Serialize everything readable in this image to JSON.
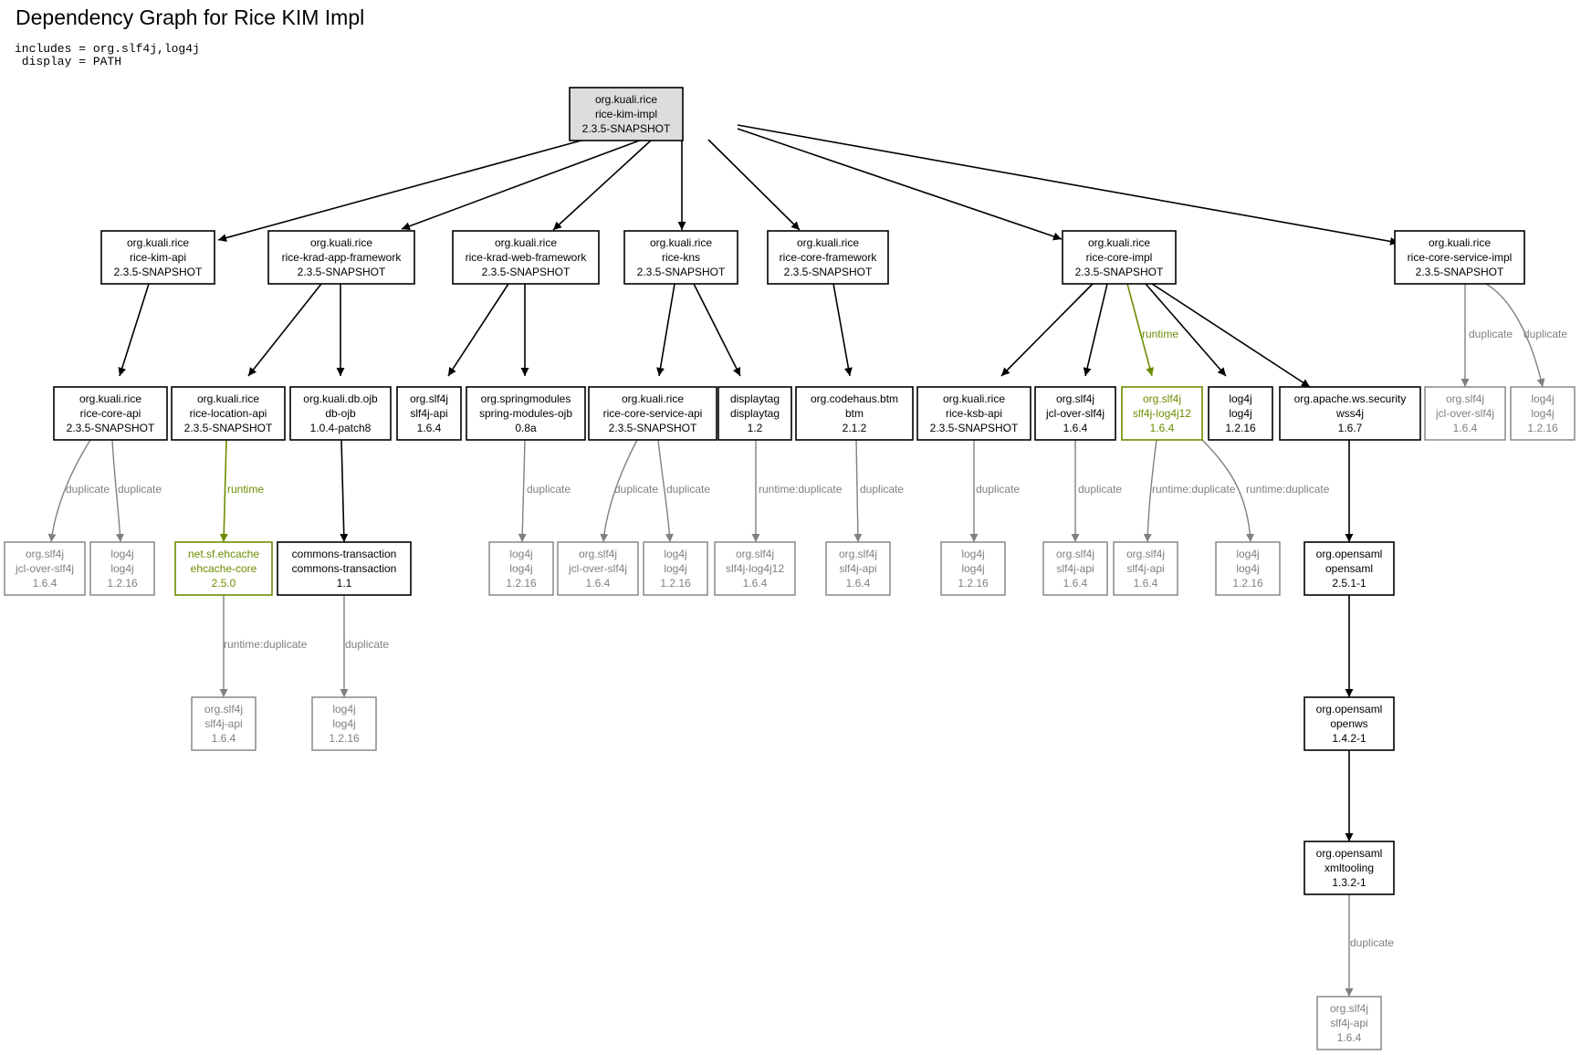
{
  "title": "Dependency Graph for Rice KIM Impl",
  "params": [
    "includes = org.slf4j,log4j",
    " display = PATH"
  ],
  "colors": {
    "normal": "#000000",
    "duplicate": "#808080",
    "runtime": "#6b8e00"
  },
  "nodes": [
    {
      "id": "kimimpl",
      "lines": [
        "org.kuali.rice",
        "rice-kim-impl",
        "2.3.5-SNAPSHOT"
      ],
      "style": "root"
    },
    {
      "id": "kimapi",
      "lines": [
        "org.kuali.rice",
        "rice-kim-api",
        "2.3.5-SNAPSHOT"
      ],
      "style": "normal"
    },
    {
      "id": "kradapp",
      "lines": [
        "org.kuali.rice",
        "rice-krad-app-framework",
        "2.3.5-SNAPSHOT"
      ],
      "style": "normal"
    },
    {
      "id": "kradweb",
      "lines": [
        "org.kuali.rice",
        "rice-krad-web-framework",
        "2.3.5-SNAPSHOT"
      ],
      "style": "normal"
    },
    {
      "id": "kns",
      "lines": [
        "org.kuali.rice",
        "rice-kns",
        "2.3.5-SNAPSHOT"
      ],
      "style": "normal"
    },
    {
      "id": "corefw",
      "lines": [
        "org.kuali.rice",
        "rice-core-framework",
        "2.3.5-SNAPSHOT"
      ],
      "style": "normal"
    },
    {
      "id": "coreimpl",
      "lines": [
        "org.kuali.rice",
        "rice-core-impl",
        "2.3.5-SNAPSHOT"
      ],
      "style": "normal"
    },
    {
      "id": "coresvcimpl",
      "lines": [
        "org.kuali.rice",
        "rice-core-service-impl",
        "2.3.5-SNAPSHOT"
      ],
      "style": "normal"
    },
    {
      "id": "coreapi",
      "lines": [
        "org.kuali.rice",
        "rice-core-api",
        "2.3.5-SNAPSHOT"
      ],
      "style": "normal"
    },
    {
      "id": "locapi",
      "lines": [
        "org.kuali.rice",
        "rice-location-api",
        "2.3.5-SNAPSHOT"
      ],
      "style": "normal"
    },
    {
      "id": "dbojb",
      "lines": [
        "org.kuali.db.ojb",
        "db-ojb",
        "1.0.4-patch8"
      ],
      "style": "normal"
    },
    {
      "id": "slf4japi",
      "lines": [
        "org.slf4j",
        "slf4j-api",
        "1.6.4"
      ],
      "style": "normal"
    },
    {
      "id": "springojb",
      "lines": [
        "org.springmodules",
        "spring-modules-ojb",
        "0.8a"
      ],
      "style": "normal"
    },
    {
      "id": "svcapi",
      "lines": [
        "org.kuali.rice",
        "rice-core-service-api",
        "2.3.5-SNAPSHOT"
      ],
      "style": "normal"
    },
    {
      "id": "displaytag",
      "lines": [
        "displaytag",
        "displaytag",
        "1.2"
      ],
      "style": "normal"
    },
    {
      "id": "btm",
      "lines": [
        "org.codehaus.btm",
        "btm",
        "2.1.2"
      ],
      "style": "normal"
    },
    {
      "id": "ksbapi",
      "lines": [
        "org.kuali.rice",
        "rice-ksb-api",
        "2.3.5-SNAPSHOT"
      ],
      "style": "normal"
    },
    {
      "id": "jcl",
      "lines": [
        "org.slf4j",
        "jcl-over-slf4j",
        "1.6.4"
      ],
      "style": "normal"
    },
    {
      "id": "slf4jlog4j",
      "lines": [
        "org.slf4j",
        "slf4j-log4j12",
        "1.6.4"
      ],
      "style": "runtime"
    },
    {
      "id": "log4j",
      "lines": [
        "log4j",
        "log4j",
        "1.2.16"
      ],
      "style": "normal"
    },
    {
      "id": "wss4j",
      "lines": [
        "org.apache.ws.security",
        "wss4j",
        "1.6.7"
      ],
      "style": "normal"
    },
    {
      "id": "d_svcimpl_jcl",
      "lines": [
        "org.slf4j",
        "jcl-over-slf4j",
        "1.6.4"
      ],
      "style": "duplicate"
    },
    {
      "id": "d_svcimpl_log4j",
      "lines": [
        "log4j",
        "log4j",
        "1.2.16"
      ],
      "style": "duplicate"
    },
    {
      "id": "d_coreapi_jcl",
      "lines": [
        "org.slf4j",
        "jcl-over-slf4j",
        "1.6.4"
      ],
      "style": "duplicate"
    },
    {
      "id": "d_coreapi_log4j",
      "lines": [
        "log4j",
        "log4j",
        "1.2.16"
      ],
      "style": "duplicate"
    },
    {
      "id": "ehcache",
      "lines": [
        "net.sf.ehcache",
        "ehcache-core",
        "2.5.0"
      ],
      "style": "runtime"
    },
    {
      "id": "commons",
      "lines": [
        "commons-transaction",
        "commons-transaction",
        "1.1"
      ],
      "style": "normal"
    },
    {
      "id": "d_spring_log4j",
      "lines": [
        "log4j",
        "log4j",
        "1.2.16"
      ],
      "style": "duplicate"
    },
    {
      "id": "d_svcapi_jcl",
      "lines": [
        "org.slf4j",
        "jcl-over-slf4j",
        "1.6.4"
      ],
      "style": "duplicate"
    },
    {
      "id": "d_svcapi_log4j",
      "lines": [
        "log4j",
        "log4j",
        "1.2.16"
      ],
      "style": "duplicate"
    },
    {
      "id": "d_disp_slf4jlog4j",
      "lines": [
        "org.slf4j",
        "slf4j-log4j12",
        "1.6.4"
      ],
      "style": "duplicate"
    },
    {
      "id": "d_btm_slf4japi",
      "lines": [
        "org.slf4j",
        "slf4j-api",
        "1.6.4"
      ],
      "style": "duplicate"
    },
    {
      "id": "d_ksb_log4j",
      "lines": [
        "log4j",
        "log4j",
        "1.2.16"
      ],
      "style": "duplicate"
    },
    {
      "id": "d_jcl_slf4japi",
      "lines": [
        "org.slf4j",
        "slf4j-api",
        "1.6.4"
      ],
      "style": "duplicate"
    },
    {
      "id": "d_sl4_slf4japi",
      "lines": [
        "org.slf4j",
        "slf4j-api",
        "1.6.4"
      ],
      "style": "duplicate"
    },
    {
      "id": "d_sl4_log4j",
      "lines": [
        "log4j",
        "log4j",
        "1.2.16"
      ],
      "style": "duplicate"
    },
    {
      "id": "opensaml",
      "lines": [
        "org.opensaml",
        "opensaml",
        "2.5.1-1"
      ],
      "style": "normal"
    },
    {
      "id": "d_eh_slf4japi",
      "lines": [
        "org.slf4j",
        "slf4j-api",
        "1.6.4"
      ],
      "style": "duplicate"
    },
    {
      "id": "d_commons_log4j",
      "lines": [
        "log4j",
        "log4j",
        "1.2.16"
      ],
      "style": "duplicate"
    },
    {
      "id": "openws",
      "lines": [
        "org.opensaml",
        "openws",
        "1.4.2-1"
      ],
      "style": "normal"
    },
    {
      "id": "xmltooling",
      "lines": [
        "org.opensaml",
        "xmltooling",
        "1.3.2-1"
      ],
      "style": "normal"
    },
    {
      "id": "d_xml_slf4japi",
      "lines": [
        "org.slf4j",
        "slf4j-api",
        "1.6.4"
      ],
      "style": "duplicate"
    }
  ],
  "edges": [
    {
      "from": "kimimpl",
      "to": "kimapi",
      "label": "",
      "style": "normal"
    },
    {
      "from": "kimimpl",
      "to": "kradapp",
      "label": "",
      "style": "normal"
    },
    {
      "from": "kimimpl",
      "to": "kradweb",
      "label": "",
      "style": "normal"
    },
    {
      "from": "kimimpl",
      "to": "kns",
      "label": "",
      "style": "normal"
    },
    {
      "from": "kimimpl",
      "to": "corefw",
      "label": "",
      "style": "normal"
    },
    {
      "from": "kimimpl",
      "to": "coreimpl",
      "label": "",
      "style": "normal"
    },
    {
      "from": "kimimpl",
      "to": "coresvcimpl",
      "label": "",
      "style": "normal"
    },
    {
      "from": "kimapi",
      "to": "coreapi",
      "label": "",
      "style": "normal"
    },
    {
      "from": "kradapp",
      "to": "locapi",
      "label": "",
      "style": "normal"
    },
    {
      "from": "kradapp",
      "to": "dbojb",
      "label": "",
      "style": "normal"
    },
    {
      "from": "kradweb",
      "to": "slf4japi",
      "label": "",
      "style": "normal"
    },
    {
      "from": "kradweb",
      "to": "springojb",
      "label": "",
      "style": "normal"
    },
    {
      "from": "kns",
      "to": "svcapi",
      "label": "",
      "style": "normal"
    },
    {
      "from": "kns",
      "to": "displaytag",
      "label": "",
      "style": "normal"
    },
    {
      "from": "corefw",
      "to": "btm",
      "label": "",
      "style": "normal"
    },
    {
      "from": "coreimpl",
      "to": "ksbapi",
      "label": "",
      "style": "normal"
    },
    {
      "from": "coreimpl",
      "to": "jcl",
      "label": "",
      "style": "normal"
    },
    {
      "from": "coreimpl",
      "to": "slf4jlog4j",
      "label": "runtime",
      "style": "runtime"
    },
    {
      "from": "coreimpl",
      "to": "log4j",
      "label": "",
      "style": "normal"
    },
    {
      "from": "coreimpl",
      "to": "wss4j",
      "label": "",
      "style": "normal"
    },
    {
      "from": "coresvcimpl",
      "to": "d_svcimpl_jcl",
      "label": "duplicate",
      "style": "duplicate"
    },
    {
      "from": "coresvcimpl",
      "to": "d_svcimpl_log4j",
      "label": "duplicate",
      "style": "duplicate"
    },
    {
      "from": "coreapi",
      "to": "d_coreapi_jcl",
      "label": "duplicate",
      "style": "duplicate"
    },
    {
      "from": "coreapi",
      "to": "d_coreapi_log4j",
      "label": "duplicate",
      "style": "duplicate"
    },
    {
      "from": "locapi",
      "to": "ehcache",
      "label": "runtime",
      "style": "runtime"
    },
    {
      "from": "dbojb",
      "to": "commons",
      "label": "",
      "style": "normal"
    },
    {
      "from": "springojb",
      "to": "d_spring_log4j",
      "label": "duplicate",
      "style": "duplicate"
    },
    {
      "from": "svcapi",
      "to": "d_svcapi_jcl",
      "label": "duplicate",
      "style": "duplicate"
    },
    {
      "from": "svcapi",
      "to": "d_svcapi_log4j",
      "label": "duplicate",
      "style": "duplicate"
    },
    {
      "from": "displaytag",
      "to": "d_disp_slf4jlog4j",
      "label": "runtime:duplicate",
      "style": "duplicate"
    },
    {
      "from": "btm",
      "to": "d_btm_slf4japi",
      "label": "duplicate",
      "style": "duplicate"
    },
    {
      "from": "ksbapi",
      "to": "d_ksb_log4j",
      "label": "duplicate",
      "style": "duplicate"
    },
    {
      "from": "jcl",
      "to": "d_jcl_slf4japi",
      "label": "duplicate",
      "style": "duplicate"
    },
    {
      "from": "slf4jlog4j",
      "to": "d_sl4_slf4japi",
      "label": "runtime:duplicate",
      "style": "duplicate"
    },
    {
      "from": "slf4jlog4j",
      "to": "d_sl4_log4j",
      "label": "runtime:duplicate",
      "style": "duplicate"
    },
    {
      "from": "wss4j",
      "to": "opensaml",
      "label": "",
      "style": "normal"
    },
    {
      "from": "ehcache",
      "to": "d_eh_slf4japi",
      "label": "runtime:duplicate",
      "style": "duplicate"
    },
    {
      "from": "commons",
      "to": "d_commons_log4j",
      "label": "duplicate",
      "style": "duplicate"
    },
    {
      "from": "opensaml",
      "to": "openws",
      "label": "",
      "style": "normal"
    },
    {
      "from": "openws",
      "to": "xmltooling",
      "label": "",
      "style": "normal"
    },
    {
      "from": "xmltooling",
      "to": "d_xml_slf4japi",
      "label": "duplicate",
      "style": "duplicate"
    }
  ]
}
